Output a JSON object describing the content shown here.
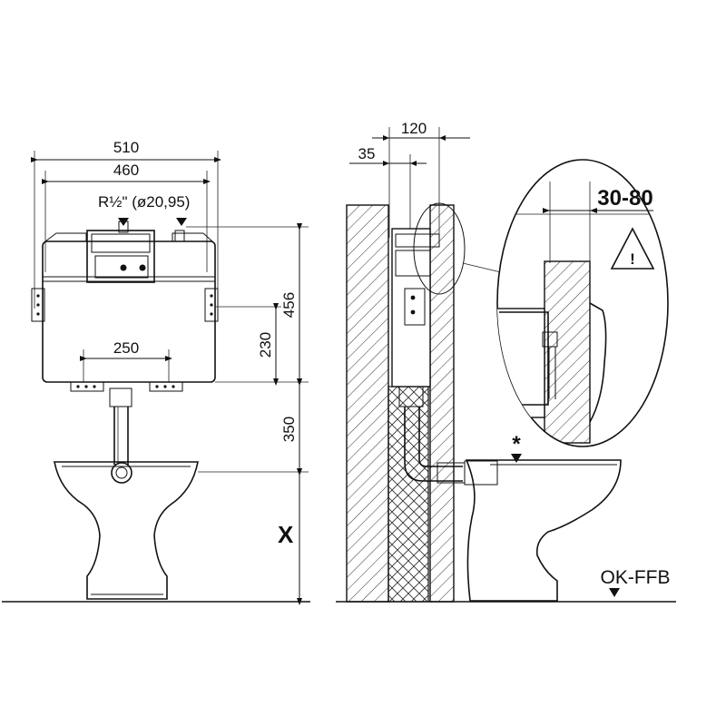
{
  "front_view": {
    "width_outer": "510",
    "width_inner": "460",
    "connection": "R½\" (ø20,95)",
    "height_total": "456",
    "height_inlet": "230",
    "spacing_bottom": "250",
    "height_flush": "350",
    "height_bowl": "X"
  },
  "side_view": {
    "depth_total": "120",
    "depth_frame": "35",
    "marker_star": "*",
    "floor_label": "OK-FFB"
  },
  "detail": {
    "range_label": "30-80",
    "warning_symbol": "!"
  },
  "colors": {
    "line": "#111111",
    "background": "#ffffff"
  }
}
